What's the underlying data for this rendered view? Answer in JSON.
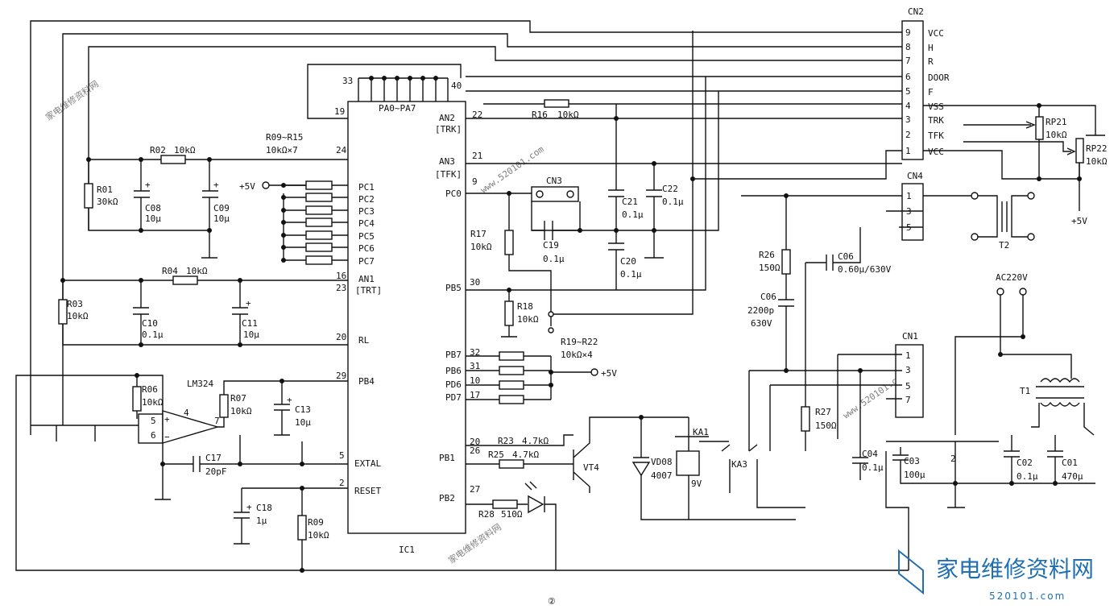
{
  "figure": {
    "number": "②",
    "watermark_text": "家电维修资料网",
    "watermark_url": "www.520101.com",
    "watermark_small": "520101.com",
    "watermark_color": "#1f6fb2"
  },
  "ic": {
    "name": "IC1",
    "port_a": "PA0~PA7",
    "pin33": "33",
    "pin40": "40",
    "pin19": "19",
    "left_pins": [
      {
        "num": "24",
        "label": ""
      },
      {
        "num": "16",
        "label": "AN1"
      },
      {
        "num": "23",
        "label": "[TRT]"
      },
      {
        "num": "20",
        "label": "RL"
      },
      {
        "num": "29",
        "label": "PB4"
      },
      {
        "num": "5",
        "label": "EXTAL"
      },
      {
        "num": "2",
        "label": "RESET"
      }
    ],
    "pc_pins": [
      "PC1",
      "PC2",
      "PC3",
      "PC4",
      "PC5",
      "PC6",
      "PC7"
    ],
    "right_pins": [
      {
        "num": "22",
        "label": "AN2"
      },
      {
        "num": "",
        "label": "[TRK]"
      },
      {
        "num": "21",
        "label": "AN3"
      },
      {
        "num": "",
        "label": "[TFK]"
      },
      {
        "num": "9",
        "label": "PC0"
      },
      {
        "num": "30",
        "label": "PB5"
      },
      {
        "num": "20",
        "label": ""
      },
      {
        "num": "26",
        "label": "PB1"
      },
      {
        "num": "27",
        "label": "PB2"
      }
    ]
  },
  "port_pins": [
    {
      "label": "PB7",
      "num": "32"
    },
    {
      "label": "PB6",
      "num": "31"
    },
    {
      "label": "PD6",
      "num": "10"
    },
    {
      "label": "PD7",
      "num": "17"
    }
  ],
  "cn2": {
    "name": "CN2",
    "pins": [
      {
        "num": "9",
        "sig": "VCC"
      },
      {
        "num": "8",
        "sig": "H"
      },
      {
        "num": "7",
        "sig": "R"
      },
      {
        "num": "6",
        "sig": "DOOR"
      },
      {
        "num": "5",
        "sig": "F"
      },
      {
        "num": "4",
        "sig": "VSS"
      },
      {
        "num": "3",
        "sig": "TRK"
      },
      {
        "num": "2",
        "sig": "TFK"
      },
      {
        "num": "1",
        "sig": "VCC"
      }
    ]
  },
  "cn4": {
    "name": "CN4",
    "pins": [
      "1",
      "3",
      "5"
    ]
  },
  "cn1": {
    "name": "CN1",
    "pins": [
      "1",
      "3",
      "5",
      "7"
    ]
  },
  "cn3": "CN3",
  "parts": {
    "R01": [
      "R01",
      "30kΩ"
    ],
    "R02": [
      "R02",
      "10kΩ"
    ],
    "R03": [
      "R03",
      "10kΩ"
    ],
    "R04": [
      "R04",
      "10kΩ"
    ],
    "R06": [
      "R06",
      "10kΩ"
    ],
    "R07": [
      "R07",
      "10kΩ"
    ],
    "R09": [
      "R09",
      "10kΩ"
    ],
    "R0915": [
      "R09~R15",
      "10kΩ×7"
    ],
    "R16": [
      "R16",
      "10kΩ"
    ],
    "R17": [
      "R17",
      "10kΩ"
    ],
    "R18": [
      "R18",
      "10kΩ"
    ],
    "R1922": [
      "R19~R22",
      "10kΩ×4"
    ],
    "R23": [
      "R23",
      "4.7kΩ"
    ],
    "R25": [
      "R25",
      "4.7kΩ"
    ],
    "R26": [
      "R26",
      "150Ω"
    ],
    "R27": [
      "R27",
      "150Ω"
    ],
    "R28": [
      "R28",
      "510Ω"
    ],
    "C08": [
      "C08",
      "10μ"
    ],
    "C09": [
      "C09",
      "10μ"
    ],
    "C10": [
      "C10",
      "0.1μ"
    ],
    "C11": [
      "C11",
      "10μ"
    ],
    "C13": [
      "C13",
      "10μ"
    ],
    "C17": [
      "C17",
      "20pF"
    ],
    "C18": [
      "C18",
      "1μ"
    ],
    "C19": [
      "C19",
      "0.1μ"
    ],
    "C20": [
      "C20",
      "0.1μ"
    ],
    "C21": [
      "C21",
      "0.1μ"
    ],
    "C22": [
      "C22",
      "0.1μ"
    ],
    "C06a": [
      "C06",
      "0.60μ/630V"
    ],
    "C06b": [
      "C06",
      "2200p",
      "630V"
    ],
    "C04": [
      "C04",
      "0.1μ"
    ],
    "C03": [
      "C03",
      "100μ"
    ],
    "C02": [
      "C02",
      "0.1μ"
    ],
    "C01": [
      "C01",
      "470μ"
    ],
    "RP21": [
      "RP21",
      "10kΩ"
    ],
    "RP22": [
      "RP22",
      "10kΩ"
    ],
    "LM324": "LM324",
    "VT4": "VT4",
    "VD08": [
      "VD08",
      "4007"
    ],
    "KA1": [
      "KA1",
      "9V"
    ],
    "KA3": "KA3",
    "T1": "T1",
    "T2": "T2",
    "AC": "AC220V",
    "plus5": "+5V",
    "num2": "2"
  }
}
